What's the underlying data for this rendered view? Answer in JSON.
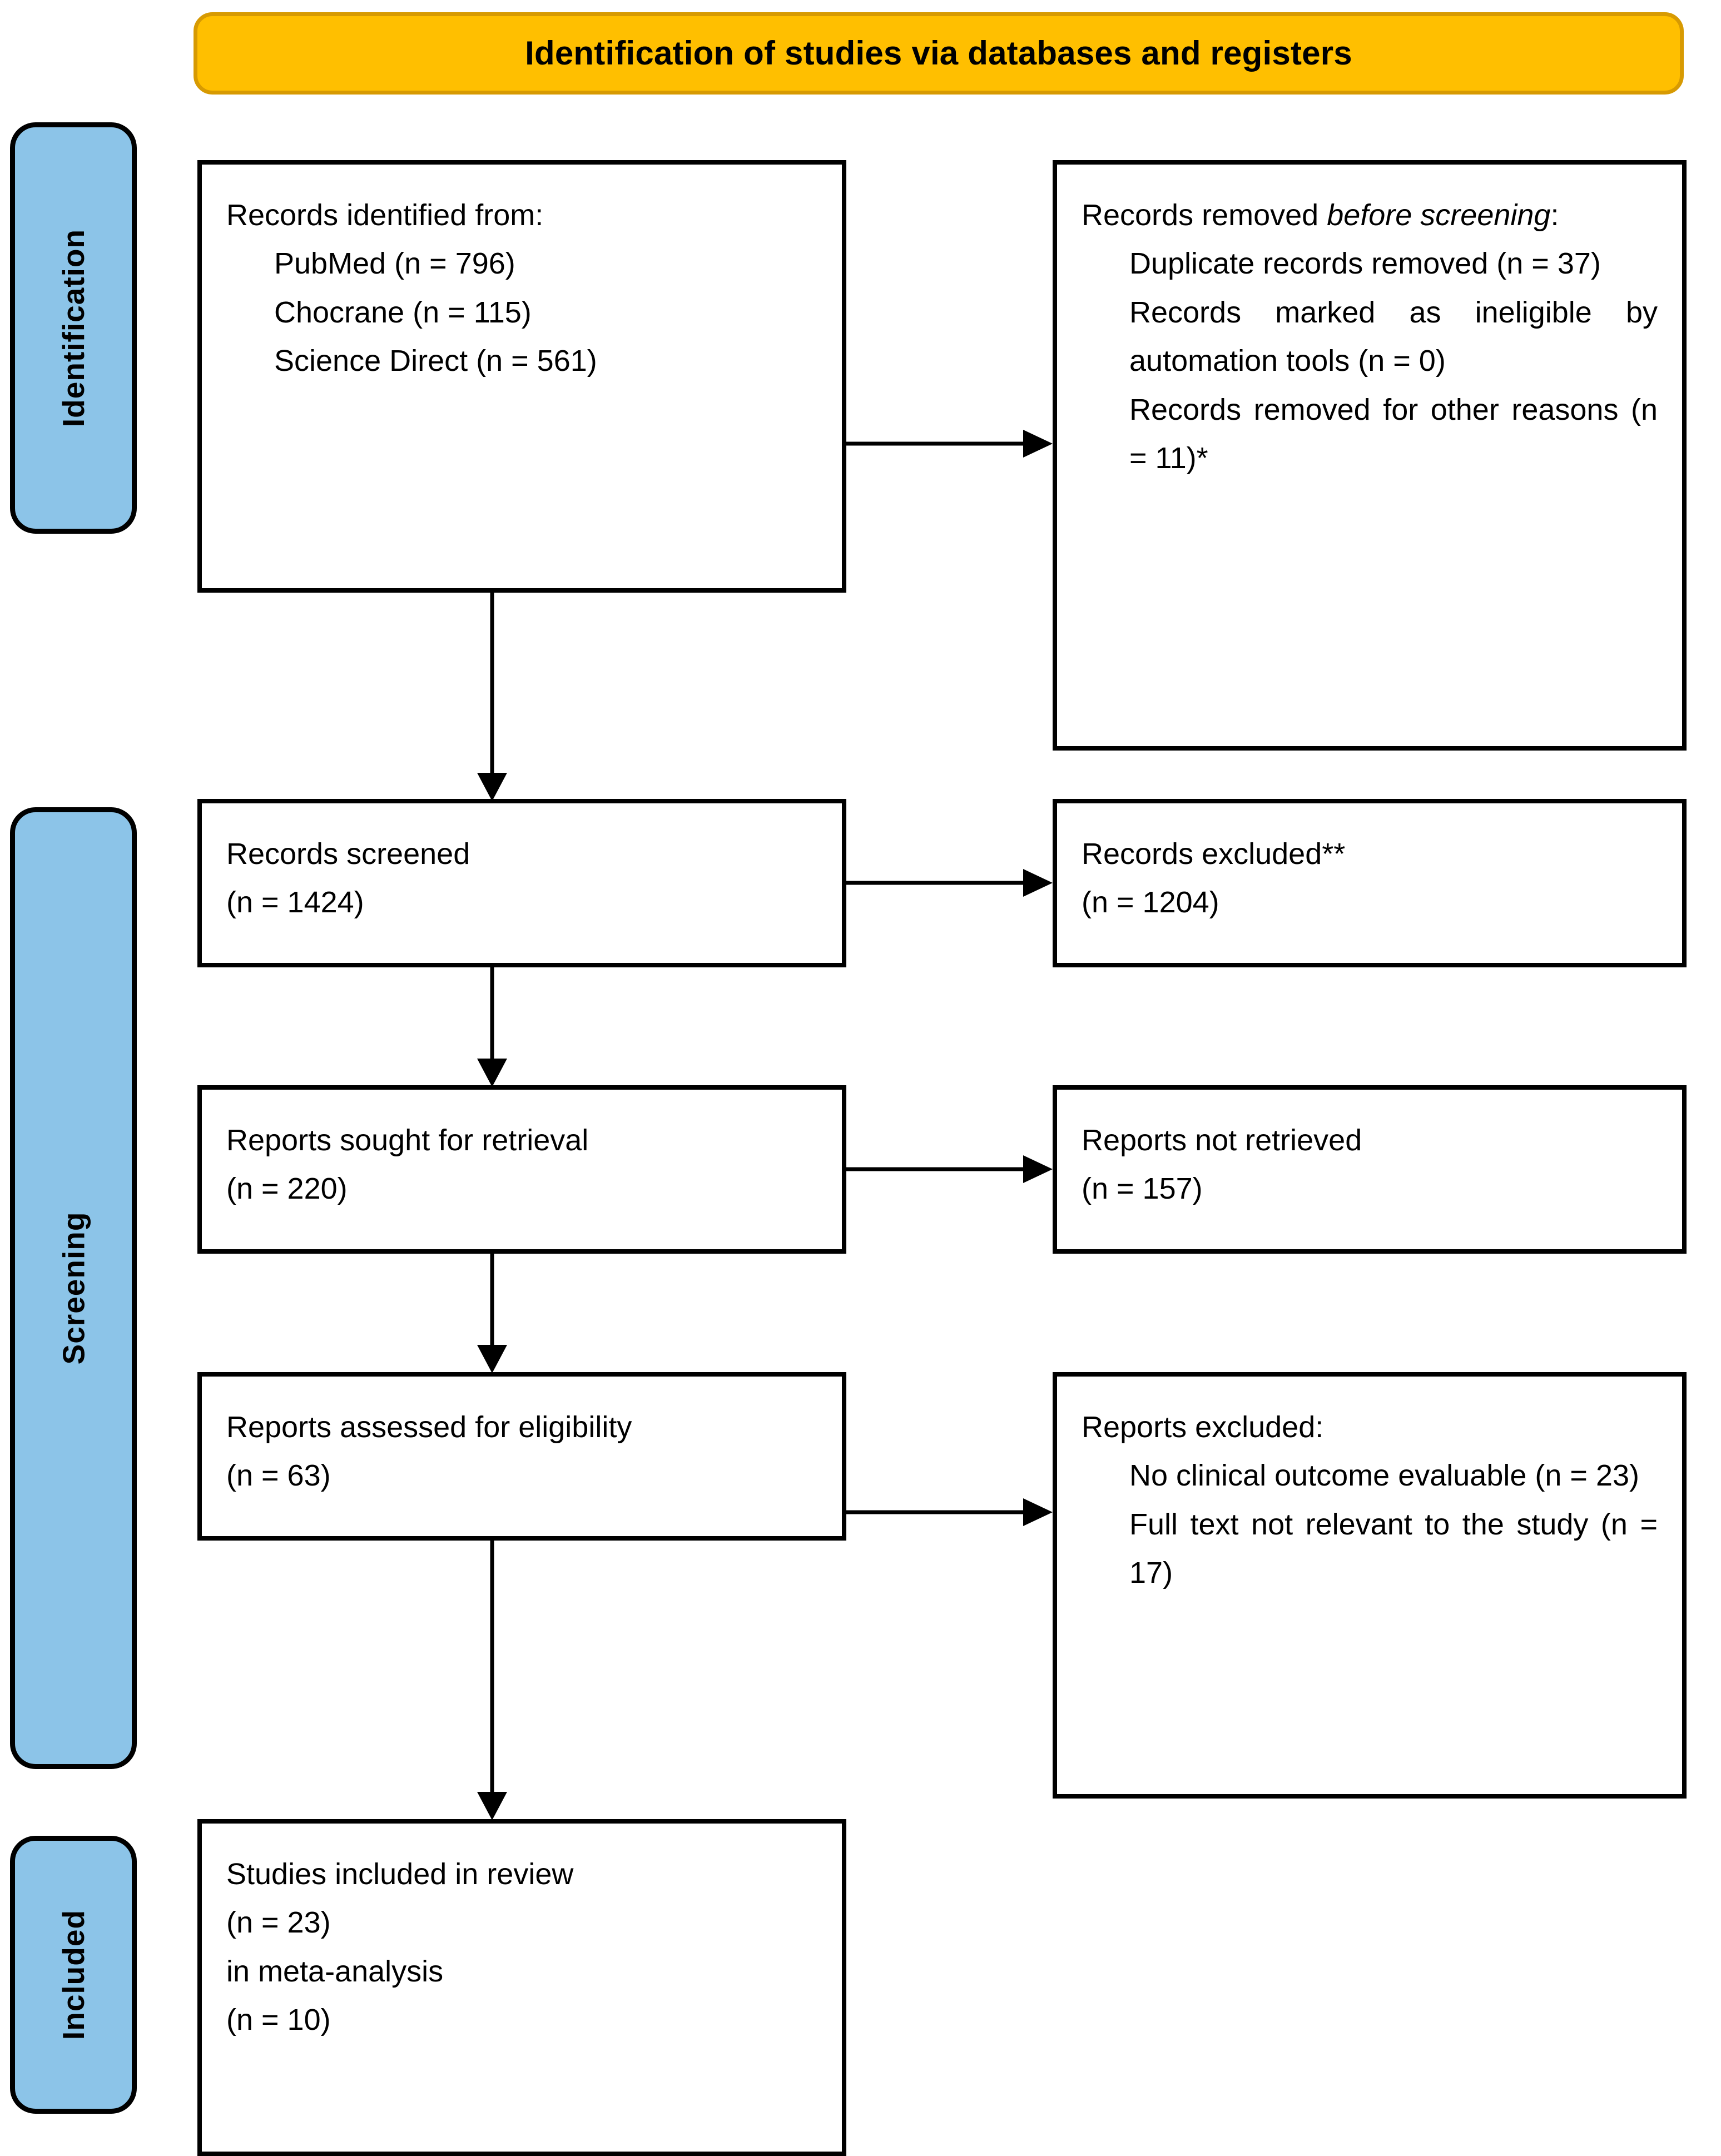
{
  "header": {
    "title": "Identification of studies via databases and registers",
    "fill_color": "#FFBF00",
    "border_color": "#D79A02"
  },
  "stages": {
    "fill_color": "#8CC4E8",
    "border_color": "#000000",
    "identification": "Identification",
    "screening": "Screening",
    "included": "Included"
  },
  "boxes": {
    "identified": {
      "line1": "Records identified from:",
      "line2": "PubMed (n = 796)",
      "line3": "Chocrane (n = 115)",
      "line4": "Science Direct (n = 561)"
    },
    "removed": {
      "line1_a": "Records removed ",
      "line1_b": "before screening",
      "line1_c": ":",
      "line2": "Duplicate records removed (n = 37)",
      "line3": "Records marked as ineligible by automation tools (n = 0)",
      "line4": "Records removed for other reasons (n = 11)*"
    },
    "screened": {
      "line1": "Records screened",
      "line2": "(n = 1424)"
    },
    "excluded": {
      "line1": "Records excluded**",
      "line2": "(n = 1204)"
    },
    "sought": {
      "line1": "Reports sought for retrieval",
      "line2": "(n = 220)"
    },
    "not_retrieved": {
      "line1": "Reports not retrieved",
      "line2": "(n = 157)"
    },
    "assessed": {
      "line1": "Reports assessed for eligibility",
      "line2": "(n = 63)"
    },
    "reports_excluded": {
      "line1": "Reports excluded:",
      "line2": "No clinical outcome evaluable (n = 23)",
      "line3": "Full text not relevant to the study (n = 17)"
    },
    "included": {
      "line1": "Studies included in review",
      "line2": "(n = 23)",
      "line3": "in meta-analysis",
      "line4": "(n = 10)"
    }
  }
}
